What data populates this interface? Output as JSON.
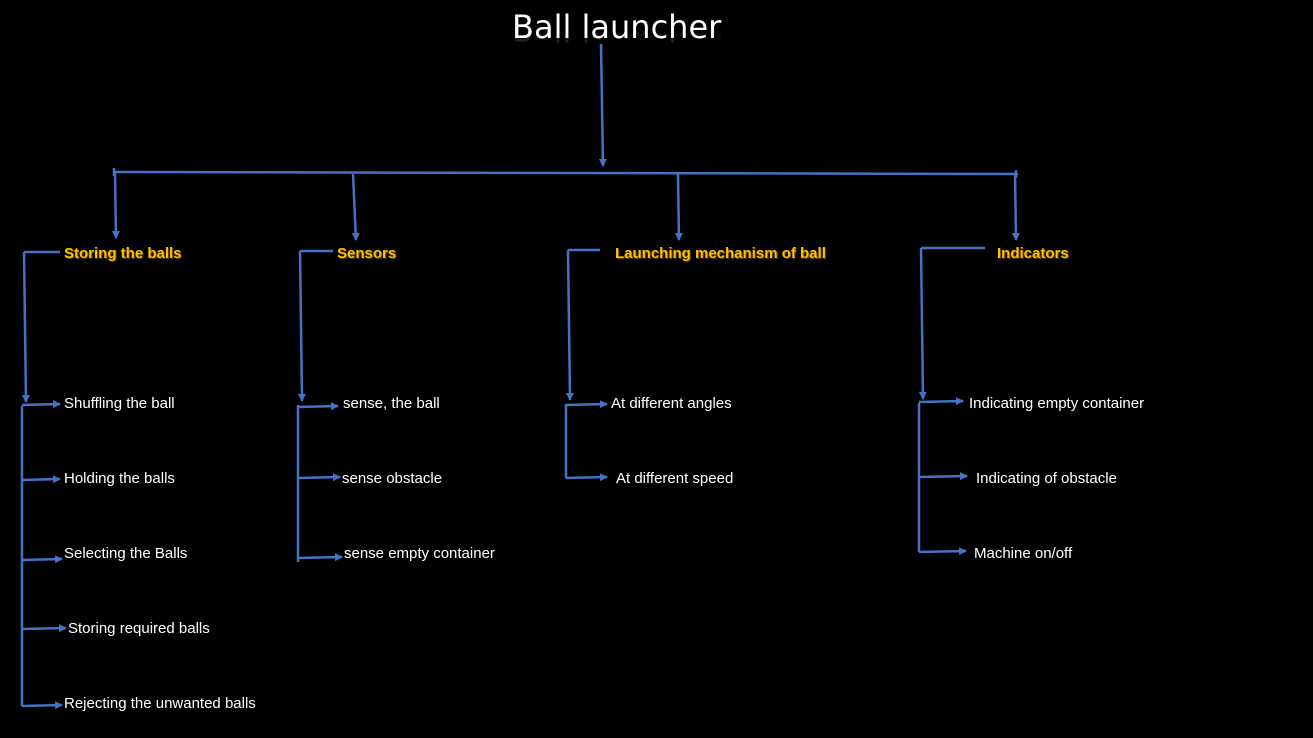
{
  "title": "Ball launcher",
  "colors": {
    "background": "#000000",
    "connector": "#4472c4",
    "category_text": "#ffc000",
    "leaf_text": "#ffffff"
  },
  "categories": [
    {
      "label": "Storing the balls",
      "items": [
        "Shuffling the ball",
        "Holding the balls",
        "Selecting the Balls",
        "Storing required balls",
        "Rejecting the unwanted balls"
      ]
    },
    {
      "label": "Sensors",
      "items": [
        "sense, the ball",
        "sense obstacle",
        "sense empty container"
      ]
    },
    {
      "label": "Launching mechanism of ball",
      "items": [
        "At different angles",
        "At different speed"
      ]
    },
    {
      "label": "Indicators",
      "items": [
        "Indicating empty container",
        "Indicating of obstacle",
        "Machine on/off"
      ]
    }
  ]
}
